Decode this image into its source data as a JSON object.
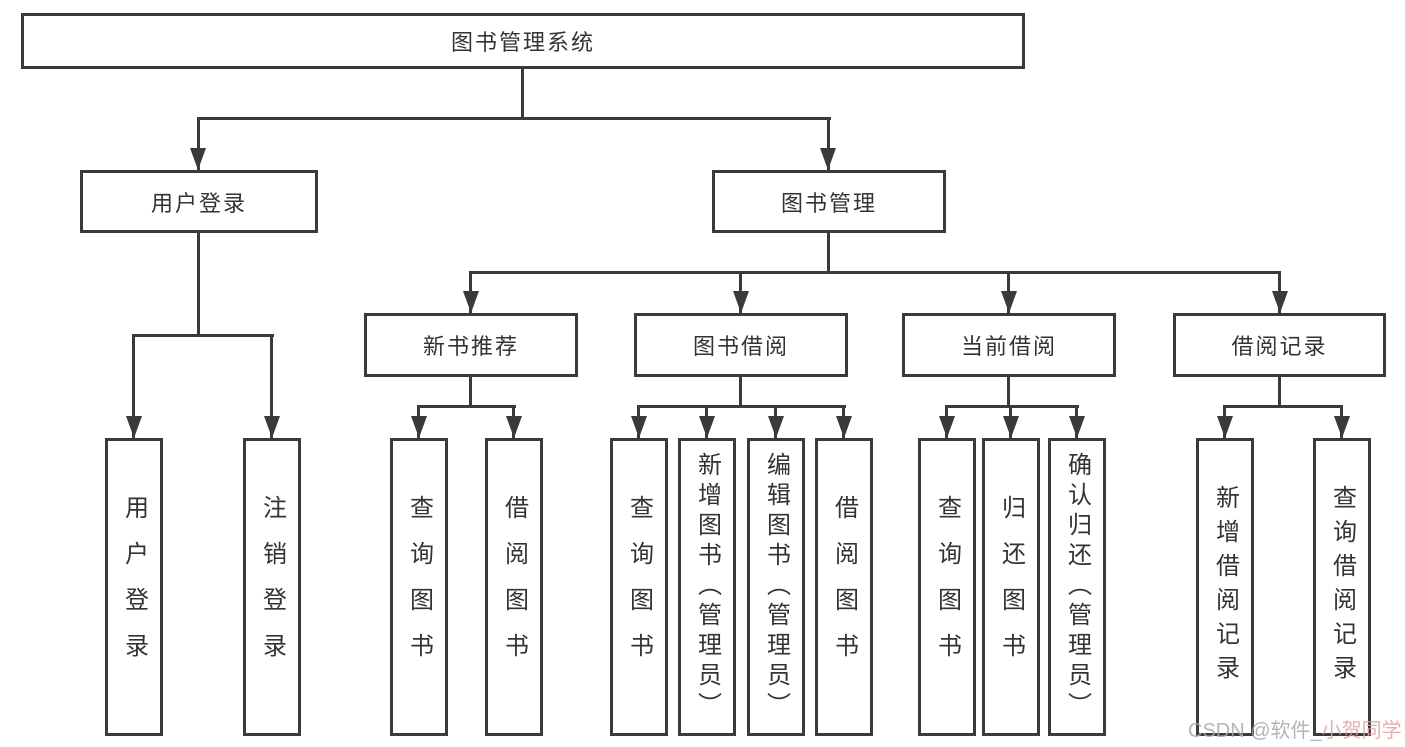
{
  "title": "图书管理系统",
  "tree": {
    "root": {
      "label": "图书管理系统"
    },
    "branches": [
      {
        "label": "用户登录",
        "leaves": [
          {
            "label": "用户登录"
          },
          {
            "label": "注销登录"
          }
        ]
      },
      {
        "label": "图书管理",
        "children": [
          {
            "label": "新书推荐",
            "leaves": [
              {
                "label": "查询图书"
              },
              {
                "label": "借阅图书"
              }
            ]
          },
          {
            "label": "图书借阅",
            "leaves": [
              {
                "label": "查询图书"
              },
              {
                "label": "新增图书（管理员）"
              },
              {
                "label": "编辑图书（管理员）"
              },
              {
                "label": "借阅图书"
              }
            ]
          },
          {
            "label": "当前借阅",
            "leaves": [
              {
                "label": "查询图书"
              },
              {
                "label": "归还图书"
              },
              {
                "label": "确认归还（管理员）"
              }
            ]
          },
          {
            "label": "借阅记录",
            "leaves": [
              {
                "label": "新增借阅记录"
              },
              {
                "label": "查询借阅记录"
              }
            ]
          }
        ]
      }
    ]
  },
  "watermark": {
    "text_gray": "CSDN @软件_",
    "text_accent": "小贺同学"
  },
  "colors": {
    "line": "#3a3a3a",
    "text": "#333333",
    "watermark_gray": "#a9a9a9",
    "watermark_accent": "#dfa0a8",
    "background": "#ffffff",
    "node_bg": "#ffffff"
  }
}
